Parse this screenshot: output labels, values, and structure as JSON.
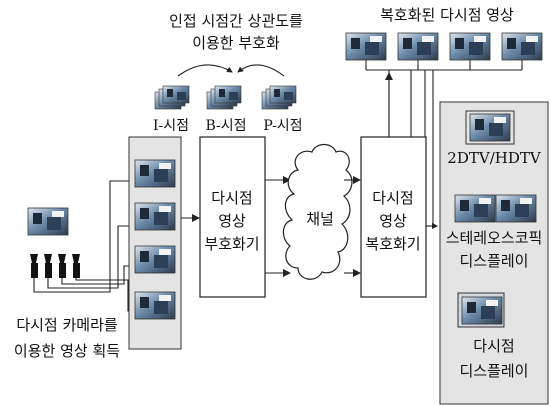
{
  "top_caption": {
    "line1": "인접 시점간 상관도를",
    "line2": "이용한 부호화"
  },
  "decoded_label": "복호화된 다시점 영상",
  "frame_labels": {
    "i": "I-시점",
    "b": "B-시점",
    "p": "P-시점"
  },
  "encoder": {
    "line1": "다시점",
    "line2": "영상",
    "line3": "부호화기"
  },
  "channel": "채널",
  "decoder": {
    "line1": "다시점",
    "line2": "영상",
    "line3": "복호화기"
  },
  "camera_caption": {
    "line1": "다시점 카메라를",
    "line2": "이용한 영상 획득"
  },
  "displays": {
    "tv": "2DTV/HDTV",
    "stereo_line1": "스테레오스코픽",
    "stereo_line2": "디스플레이",
    "multi_line1": "다시점",
    "multi_line2": "디스플레이"
  },
  "colors": {
    "line": "#222222",
    "panel": "#e4e4e4",
    "photo": "#6b8aa8"
  }
}
